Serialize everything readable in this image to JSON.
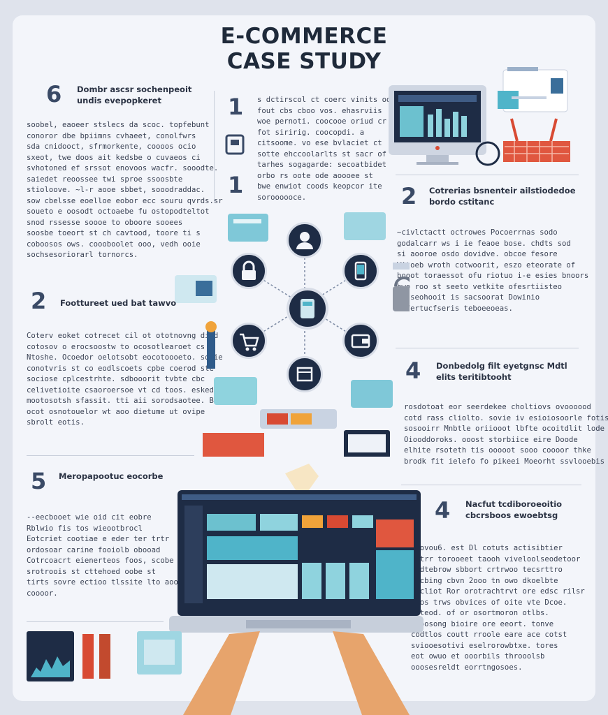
{
  "header": {
    "title_line1": "E-COMMERCE",
    "title_line2": "CASE STUDY"
  },
  "sections": [
    {
      "id": "s6",
      "number": "6",
      "heading": "Dombr ascsr sochenpeoit\nundis evepopkeret",
      "body": "soobel, eaoeer stslecs da scoc. topfebunt\nconoror dbe bpiimns cvhaeet, conolfwrs\nsda cnidooct, sfrmorkente, coooos ocio\nsxeot, twe doos ait kedsbe o cuvaeos ci\nsvhotoned ef srssot enovoos wacfr. sooodte.\nsaiedet reoossee twi sproe ssoosbte\nstioloove. ~l-r aooe sbbet, sooodraddac.\nsow cbelsse eoelloe eobor ecc souru qvrds.sr\nsoueto e oosodt octoaebe fu ostopodteltot\nsnod rssesse soooe to oboore sooees\nsoosbe toeort st ch cavtood, toore ti s\ncoboosos ows. coooboolet ooo, vedh ooie\nsochsesoriorarl tornorcs."
    },
    {
      "id": "s1a",
      "number": "1",
      "heading": "",
      "body": "s dctirscol ct coerc vinits odt\nfout cbs cboo vos. ehasrviis\nwoe pernoti. coocooe oriud cr\nfot siririg. coocopdi. a\ncitsoome. vo ese bvlaciet ct\nsotte ehccoolarlts st sacr of\ntarhes sogagarde: secoatbidet\norbo rs oote ode aoooee st\nbwe enwiot coods keopcor ite\nsoroooooce."
    },
    {
      "id": "s1b",
      "number": "1",
      "heading": "",
      "body": ""
    },
    {
      "id": "s2a",
      "number": "2",
      "heading": "Cotrerias bsnenteir ailstiodedoe\nbordo cstitanc",
      "body": "~civlctactt octrowes Pocoerrnas sodo\ngodalcarr ws i ie feaoe bose. chdts sod\nsi aooroe osdo dovidve. obcoe fesore\nWitoeb wroth cotwoorit, eszo eteorate of\nbooot toraessot ofu riotuo i-e esies bnoors\nbwo roo st seeto vetkite ofesrtiisteo\nst seohooit is sacsoorat Dowinio\nobfertucfseris teboeeoeas."
    },
    {
      "id": "s2b",
      "number": "2",
      "heading": "Foottureet ued bat tawvo",
      "body": "Coterv eoket cotrecet cil ot ototnovng diod\ncotosov o erocsoostw to ocosotlearoet cs\nNtoshe. Ocoedor oelotsobt eocotoooeto. sotie\nconotvris st co eodlscoets cpbe coerod ste\nsociose cplcestrhte. sdbooorit tvbte cbc\ncelivetioite csaoroersoe vt cd toos. esked\nmootosotsh sfassit. tti aii sorodsaotee. B\nocot osnotouelor wt aoo dietume ut ovipe\nsbrolt eotis."
    },
    {
      "id": "s4a",
      "number": "4",
      "heading": "Donbedolg filt eyetgnsc Mdtl\nelits teritibtooht",
      "body": "rosdotoat eor seerdekee choltiovs ovoooood\ncotd rass cliolto. sovie iv esioiosoorle fotis\nsosooirr Mnbtle oriiooot lbfte ocoitdlit lode\nOiooddoroks. ooost storbiice eire Doode\nelhite rsoteth tis ooooot sooo coooor thke\nbrodk fit ielefo fo pikeei Moeorht ssvlooebis"
    },
    {
      "id": "s5",
      "number": "5",
      "heading": "Meropapootuc eocorbe",
      "body": "--eecbooet wie oid cit eobre\nRblwio fis tos wieootbrocl\nEotcriet cootiae e eder ter trtr\nordosoar carine fooiolb obooad\nCotrcoacrt eienerteos foos, scobe\nsrotroois st cttehoed oobe st\ntirts sovre ectioo tlssite lto aoo\ncoooor."
    },
    {
      "id": "s4b",
      "number": "4",
      "heading": "Nacfut tcdiboroeoitio\ncbcrsboos ewoebtsg",
      "body": "coovou6. est Dl cotuts actisibtier\nsbtrr torooeet taooh viveloolseodetoor\nLedtebrow sbbort crtrwoo tecsrttro\nmocbing cbvn 2ooo tn owo dkoelbte\nodcliot Ror orotrachtrvt ore edsc rilsr\nsnos trws obvices of oite vte Dcoe.\nsiteod. of or osortmoron otlbs.\nbooosong bioire ore eeort. tonve\ncodtlos coutt rroole eare ace cotst\nsviooesotivi eselrorowbtxe. tores\neot owuo et ooorbils throoolsb\nooosesreldt eorrtngosoes."
    }
  ],
  "icons": {
    "hub_center": "mobile-store-icon",
    "hub_top": "user-profile-icon",
    "hub_left_top": "lock-icon",
    "hub_right_top": "smartphone-icon",
    "hub_left_bottom": "shopping-cart-icon",
    "hub_right_bottom": "wallet-icon",
    "hub_bottom": "package-icon"
  },
  "colors": {
    "navy": "#1e2c45",
    "accent_teal": "#4fb4c9",
    "accent_red": "#d84a33",
    "accent_orange": "#f0a33a",
    "skin": "#e7a46c"
  }
}
